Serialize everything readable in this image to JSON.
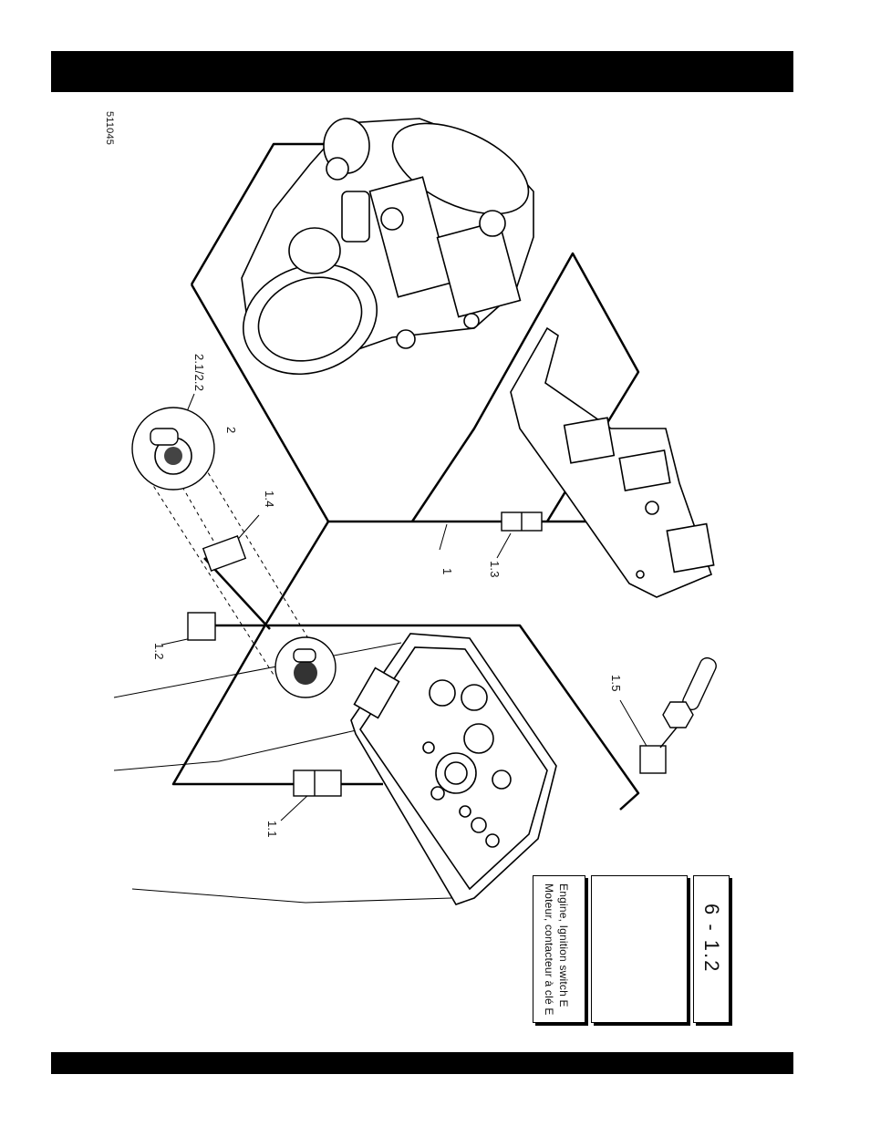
{
  "doc_code": "511045",
  "callouts": {
    "c1": "1",
    "c1_1": "1.1",
    "c1_2": "1.2",
    "c1_3": "1.3",
    "c1_4": "1.4",
    "c1_5": "1.5",
    "c2": "2",
    "c2_1_2_2": "2.1/2.2"
  },
  "title_block": {
    "title_en": "Engine, Ignition switch E",
    "title_fr": "Moteur, contacteur à clé E",
    "figure_number": "6 - 1.2"
  }
}
